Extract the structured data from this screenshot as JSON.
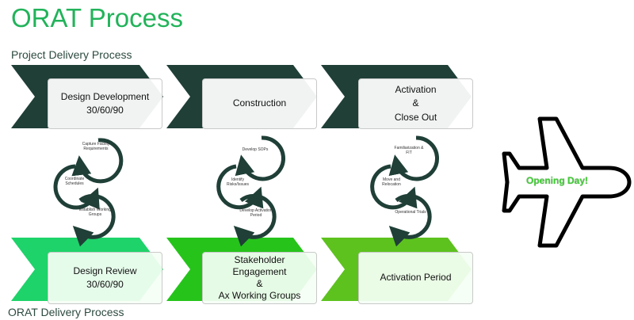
{
  "title": "ORAT Process",
  "top_section_label": "Project Delivery Process",
  "bottom_section_label": "ORAT Delivery Process",
  "colors": {
    "title": "#22b35a",
    "dark_chevron": "#1f3f37",
    "green1": "#1ed36a",
    "green2": "#26c41b",
    "green3": "#5dc21e"
  },
  "top_boxes": [
    {
      "line1": "Design Development",
      "line2": "30/60/90",
      "line3": ""
    },
    {
      "line1": "Construction",
      "line2": "",
      "line3": ""
    },
    {
      "line1": "Activation",
      "line2": "&",
      "line3": "Close Out"
    }
  ],
  "bottom_boxes": [
    {
      "line1": "Design Review",
      "line2": "30/60/90",
      "line3": "",
      "line4": ""
    },
    {
      "line1": "Stakeholder",
      "line2": "Engagement",
      "line3": "&",
      "line4": "Ax Working Groups"
    },
    {
      "line1": "Activation Period",
      "line2": "",
      "line3": "",
      "line4": ""
    }
  ],
  "cycle_groups": [
    {
      "steps": [
        "Capture Facility Requirements",
        "Coordinate Schedules",
        "Establish Working Groups"
      ]
    },
    {
      "steps": [
        "Develop SOPs",
        "Identify Risks/Issues",
        "Develop Activation Period"
      ]
    },
    {
      "steps": [
        "Familiarization & FIT",
        "Move and Relocation",
        "Operational Trials"
      ]
    }
  ],
  "airplane_icon": "airplane-icon",
  "opening_day": "Opening Day!"
}
